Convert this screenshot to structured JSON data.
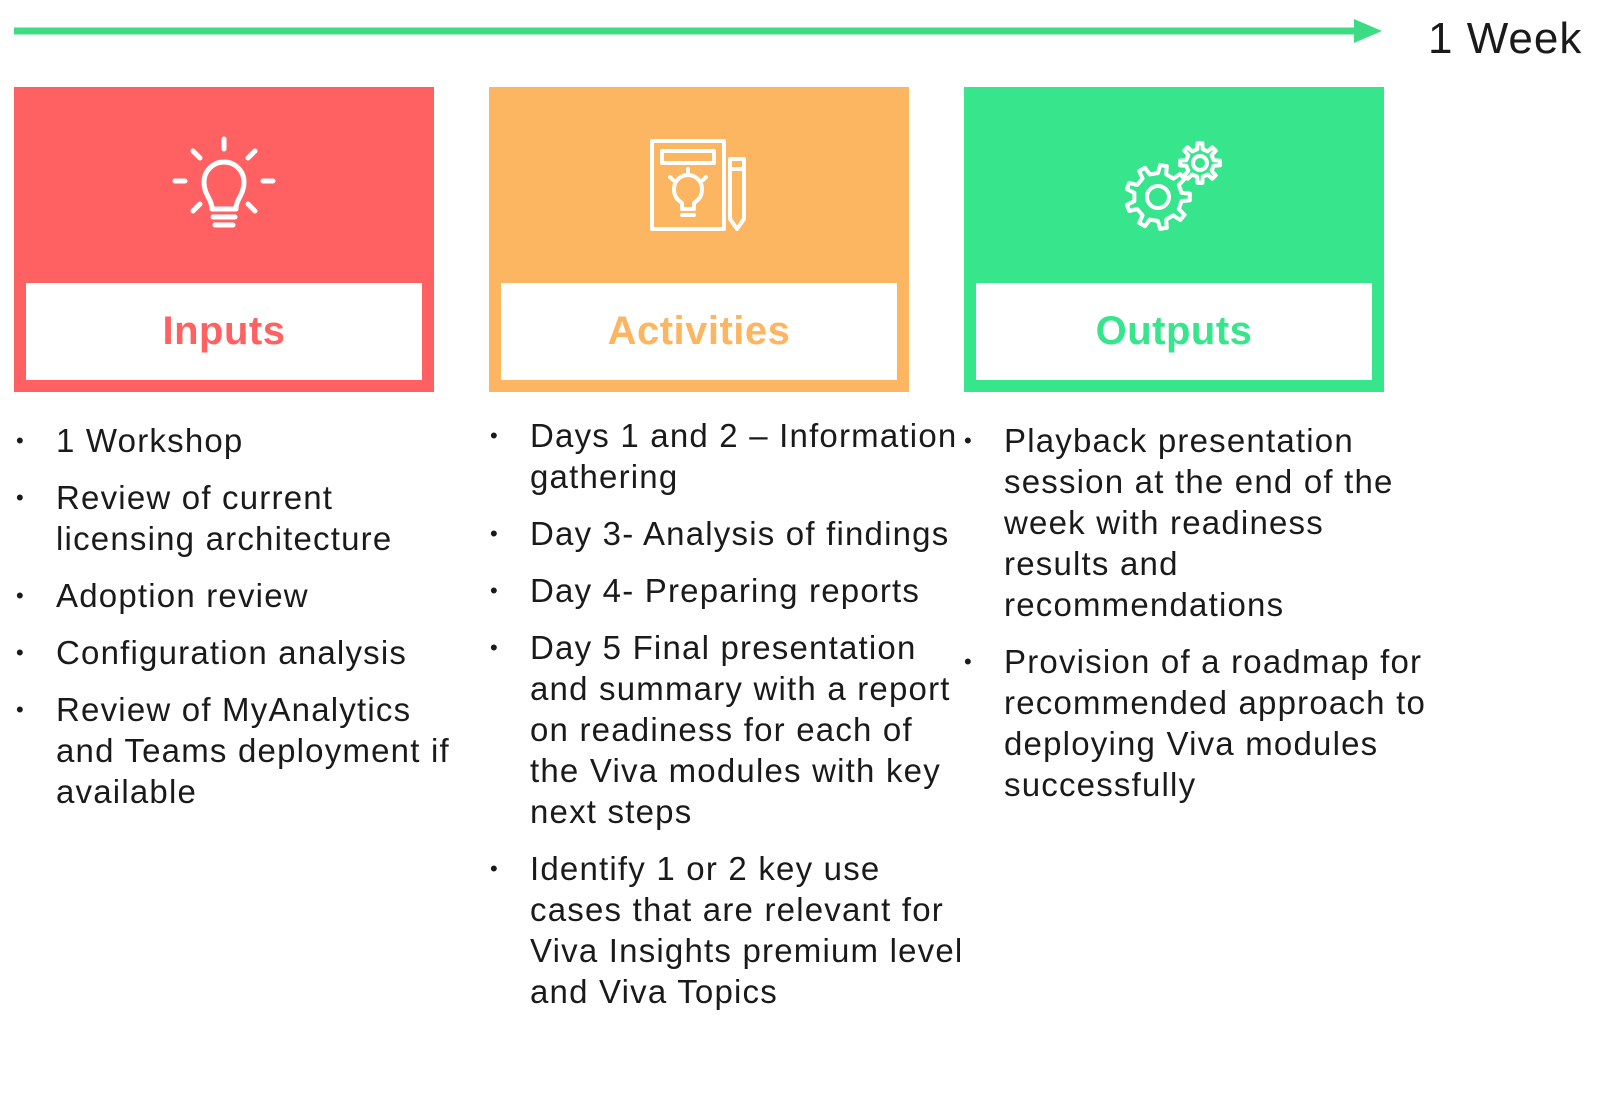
{
  "timeline": {
    "label": "1 Week",
    "color": "#3ddc84"
  },
  "cards": [
    {
      "key": "inputs",
      "title": "Inputs",
      "color": "#ff6163",
      "icon": "lightbulb-icon",
      "items": [
        "1 Workshop",
        "Review of current licensing architecture",
        "Adoption review",
        "Configuration  analysis",
        "Review of MyAnalytics and Teams deployment  if available"
      ]
    },
    {
      "key": "activities",
      "title": "Activities",
      "color": "#fcb662",
      "icon": "idea-notepad-pencil-icon",
      "items": [
        "Days 1 and 2 – Information  gathering",
        "Day 3- Analysis of findings",
        "Day 4- Preparing reports",
        "Day 5 Final presentation and summary  with a  report on readiness for each of the Viva modules  with key next steps",
        "Identify 1 or 2 key use cases that are relevant for Viva Insights premium level and Viva Topics"
      ]
    },
    {
      "key": "outputs",
      "title": "Outputs",
      "color": "#36e58c",
      "icon": "gears-icon",
      "items": [
        "Playback presentation session at the end of the week with readiness results and recommendations",
        "Provision of a  roadmap for recommended approach to deploying  Viva modules  successfully"
      ]
    }
  ]
}
